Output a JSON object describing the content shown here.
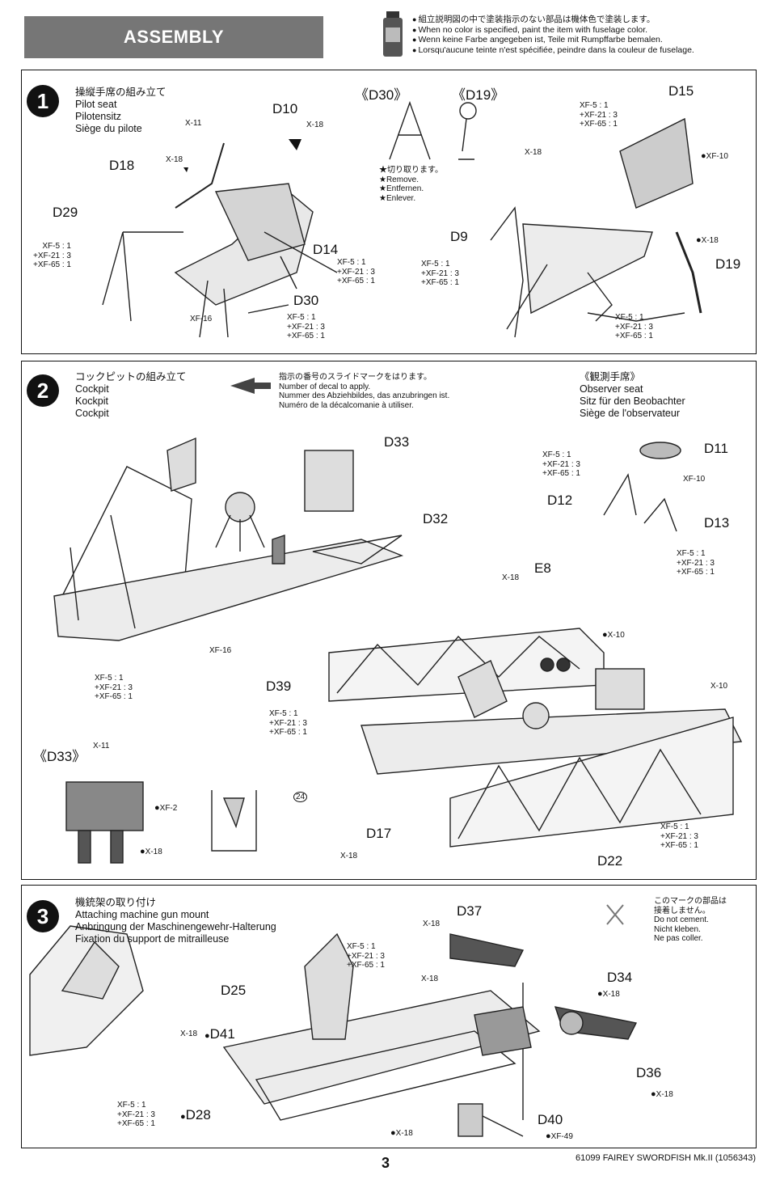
{
  "header": {
    "banner": "ASSEMBLY",
    "paint_notes": [
      "組立説明図の中で塗装指示のない部品は機体色で塗装します。",
      "When no color is specified, paint the item with fuselage color.",
      "Wenn keine Farbe angegeben ist, Teile mit Rumpffarbe bemalen.",
      "Lorsqu'aucune teinte n'est spécifiée, peindre dans la couleur de fuselage."
    ]
  },
  "step1": {
    "number": "1",
    "title": [
      "操縦手席の組み立て",
      "Pilot seat",
      "Pilotensitz",
      "Siège du pilote"
    ],
    "labels": {
      "d10": "D10",
      "d18": "D18",
      "d29": "D29",
      "d14": "D14",
      "d30": "D30",
      "d30b": "《D30》",
      "d19b": "《D19》",
      "d15": "D15",
      "d9": "D9",
      "d19": "D19"
    },
    "codes": {
      "x11": "X-11",
      "x18a": "X-18",
      "x18b": "X-18",
      "xf16": "XF-16",
      "x18c": "X-18",
      "xf10": "XF-10",
      "x18d": "X-18"
    },
    "mix": [
      "XF-5 : 1",
      "+XF-21 : 3",
      "+XF-65 : 1"
    ],
    "remove": [
      "★切り取ります。",
      "★Remove.",
      "★Entfernen.",
      "★Enlever."
    ]
  },
  "step2": {
    "number": "2",
    "title": [
      "コックピットの組み立て",
      "Cockpit",
      "Kockpit",
      "Cockpit"
    ],
    "decal_note": [
      "指示の番号のスライドマークをはります。",
      "Number of decal to apply.",
      "Nummer des Abziehbildes, das anzubringen ist.",
      "Numéro de la décalcomanie à utiliser."
    ],
    "observer": [
      "《観測手席》",
      "Observer seat",
      "Sitz für den Beobachter",
      "Siège de l'observateur"
    ],
    "labels": {
      "d33": "D33",
      "d32": "D32",
      "d11": "D11",
      "d12": "D12",
      "d13": "D13",
      "e8": "E8",
      "d39": "D39",
      "d33b": "《D33》",
      "d17": "D17",
      "d22": "D22",
      "decal": "24"
    },
    "codes": {
      "xf16": "XF-16",
      "xf10a": "XF-10",
      "x18a": "X-18",
      "x10a": "X-10",
      "x10b": "X-10",
      "x11": "X-11",
      "xf2": "XF-2",
      "x18b": "X-18",
      "x18c": "X-18"
    }
  },
  "step3": {
    "number": "3",
    "title": [
      "機銃架の取り付け",
      "Attaching machine gun mount",
      "Anbringung der Maschinengewehr-Halterung",
      "Fixation du support de mitrailleuse"
    ],
    "no_cement": [
      "このマークの部品は",
      "接着しません。",
      "Do not cement.",
      "Nicht kleben.",
      "Ne pas coller."
    ],
    "labels": {
      "d37": "D37",
      "d25": "D25",
      "d41": "D41",
      "d34": "D34",
      "d28": "D28",
      "d36": "D36",
      "d40": "D40"
    },
    "codes": {
      "x18a": "X-18",
      "x18b": "X-18",
      "x18c": "X-18",
      "x18d": "X-18",
      "x18e": "X-18",
      "x18f": "X-18",
      "xf49": "XF-49"
    }
  },
  "footer": {
    "page": "3",
    "model": "61099 FAIREY SWORDFISH Mk.II (1056343)"
  }
}
